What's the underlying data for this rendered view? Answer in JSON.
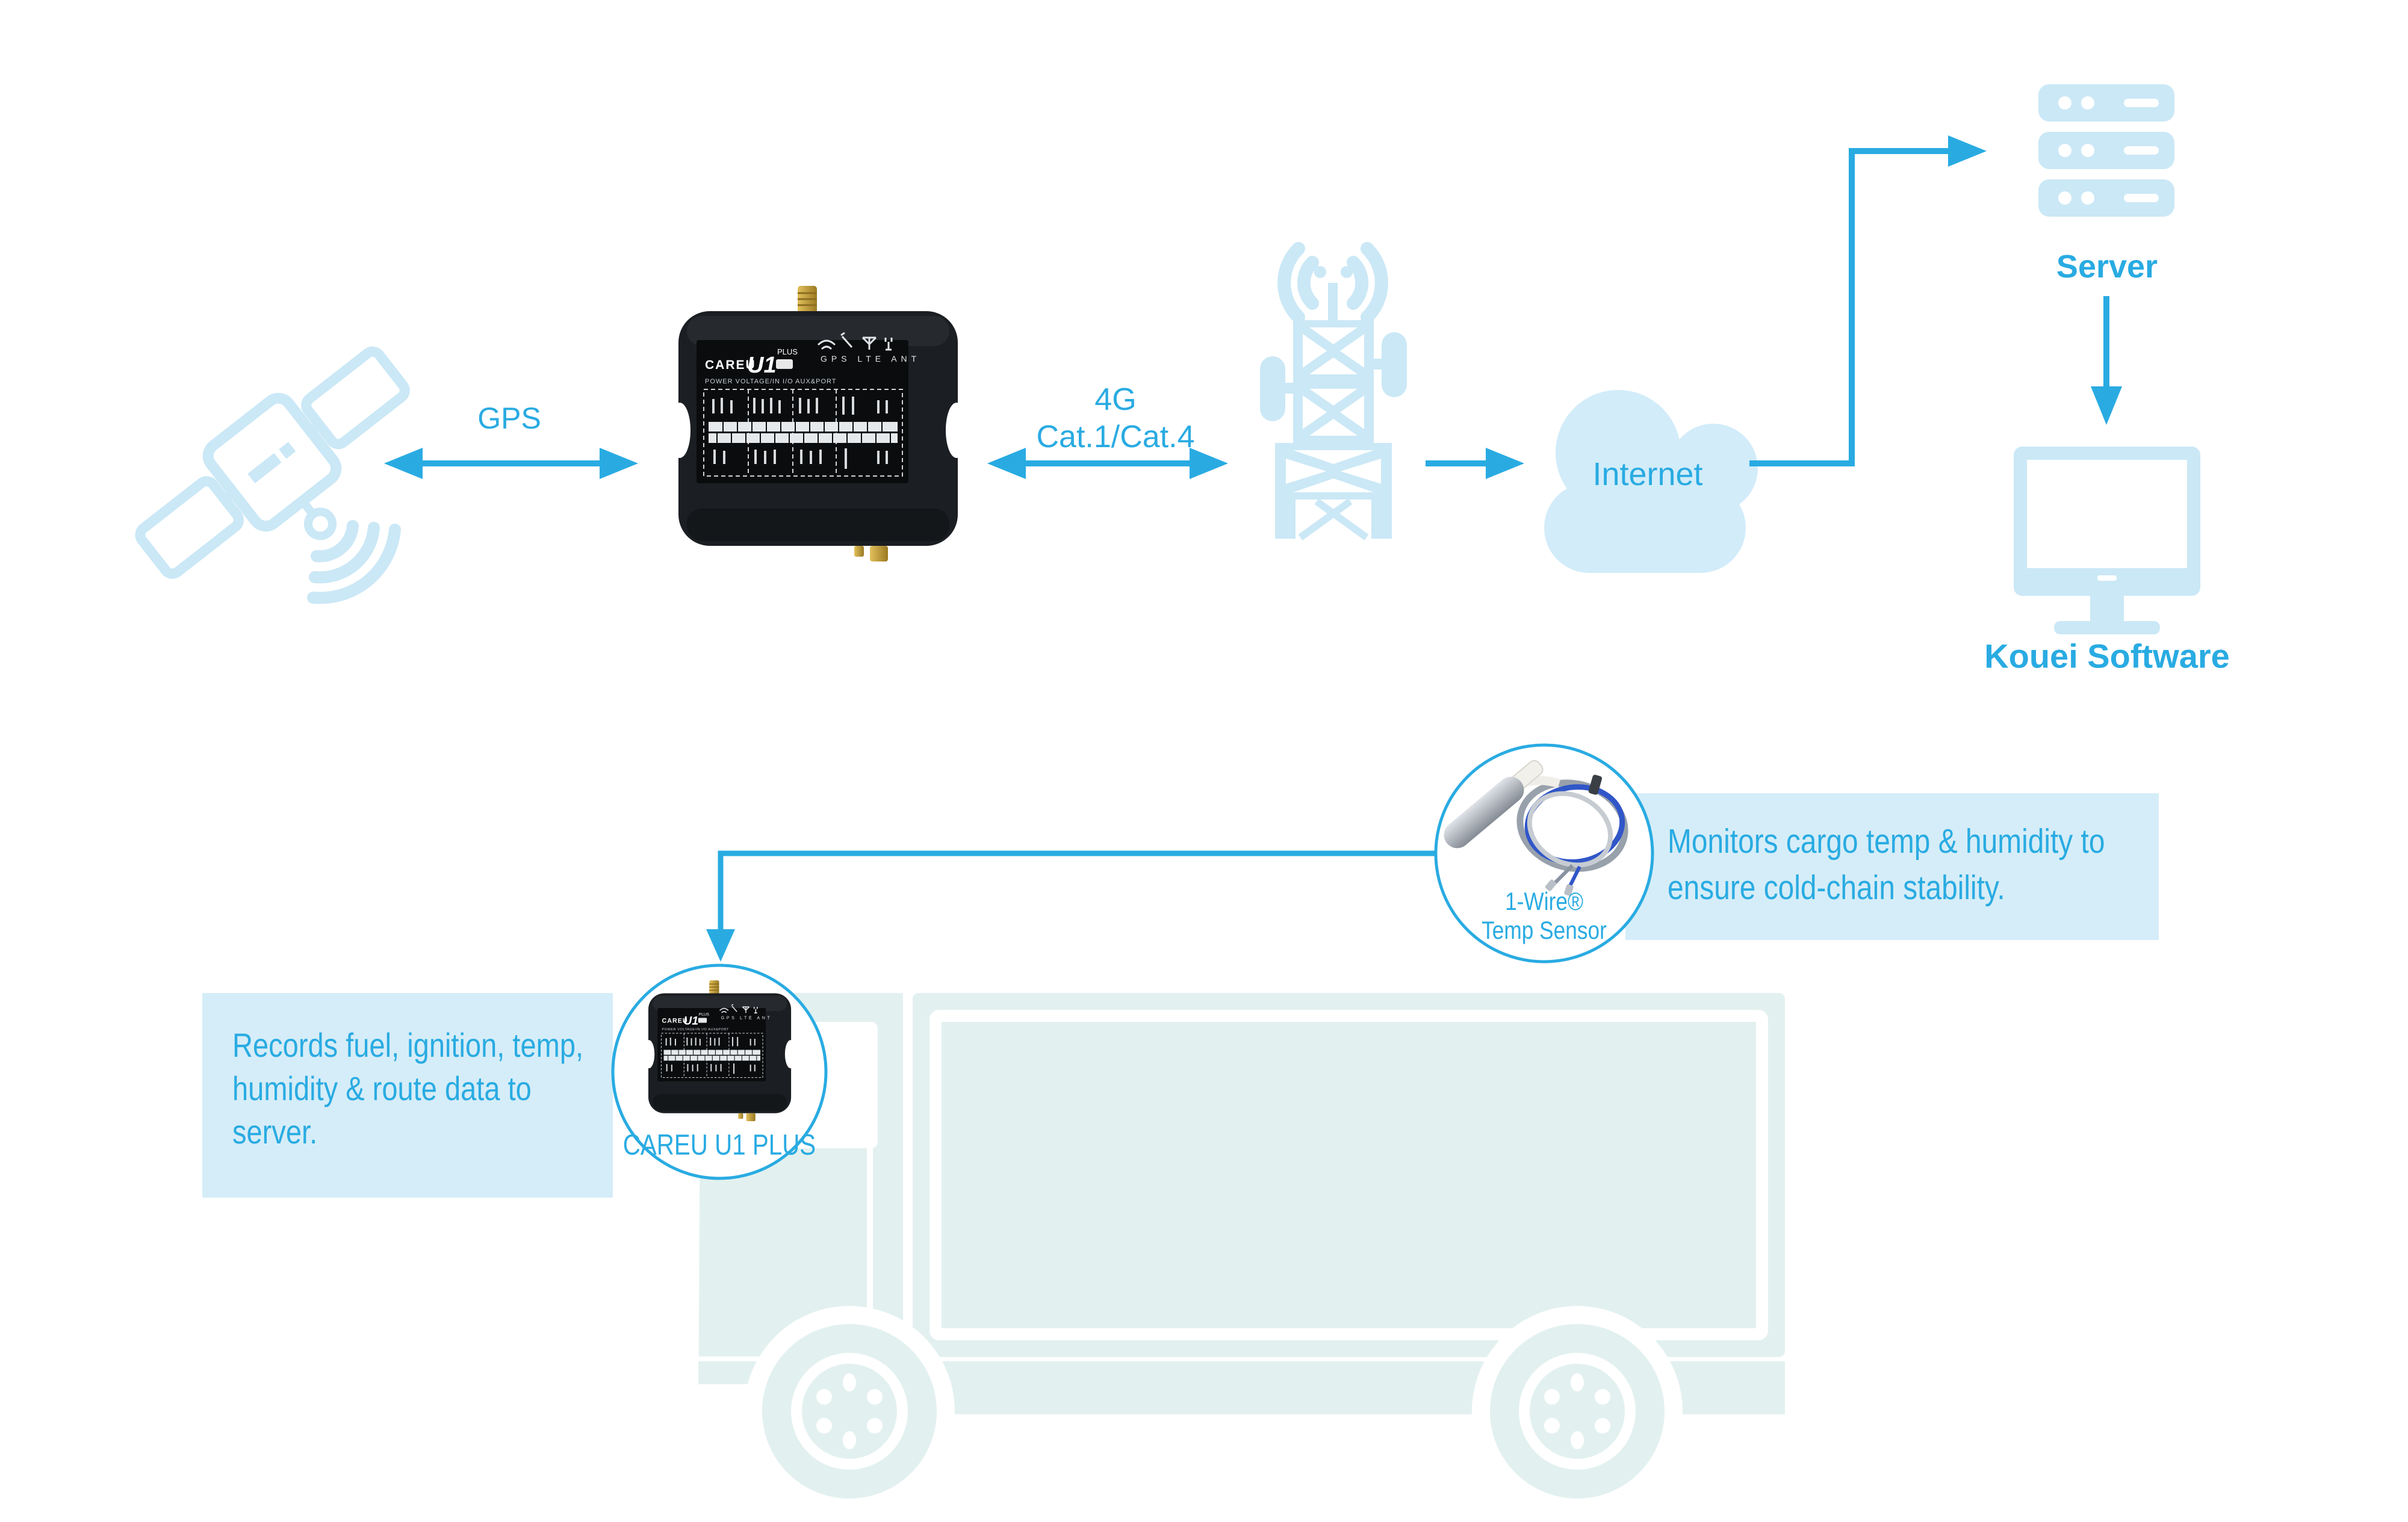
{
  "colors": {
    "accent_cyan": "#29abe2",
    "icon_light_blue": "#cbe8f6",
    "cloud_blue": "#d2ecf9",
    "truck_pale": "#e2f1ef",
    "callout_bg": "#d5edf8",
    "device_body": "#1b1e22",
    "antenna_gold": "#cfa33c"
  },
  "flow": {
    "gps_label": "GPS",
    "lte_label_line1": "4G",
    "lte_label_line2": "Cat.1/Cat.4",
    "internet_label": "Internet",
    "server_label": "Server",
    "software_label": "Kouei Software"
  },
  "device_unit": {
    "brand": "CAREU",
    "model": "U1",
    "variant": "PLUS",
    "panel_status": "GPS LTE ANT",
    "panel_headers": "POWER   VOLTAGE/IN   I/O   AUX&PORT"
  },
  "sensor": {
    "circle_label_line1": "1-Wire®",
    "circle_label_line2": "Temp Sensor",
    "callout_line1": "Monitors cargo temp & humidity to",
    "callout_line2": "ensure cold-chain stability."
  },
  "tracker": {
    "circle_label": "CAREU U1 PLUS",
    "callout_line1": "Records fuel, ignition, temp,",
    "callout_line2": "humidity & route data to",
    "callout_line3": "server."
  }
}
